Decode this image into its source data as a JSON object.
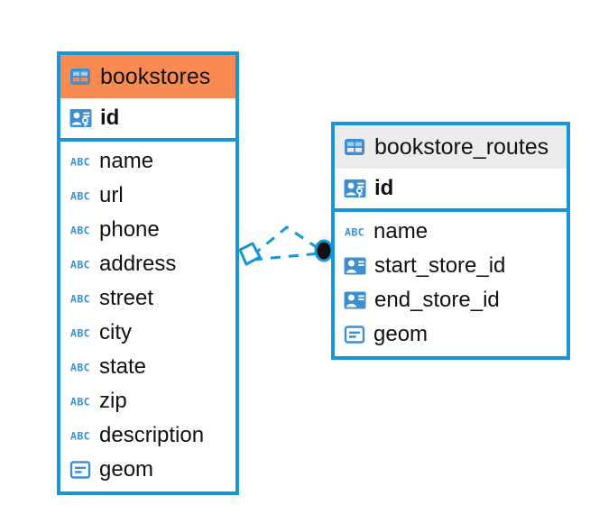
{
  "diagram": {
    "kind": "database-schema",
    "background": "#ffffff",
    "accent_color": "#1896D3",
    "highlight_color": "#F98B52",
    "neutral_header_color": "#ECECEC",
    "text_color": "#111111"
  },
  "tables": [
    {
      "name": "bookstores",
      "header_style": "accent",
      "table_icon": "table-icon",
      "primary_key": {
        "label": "id",
        "icon": "primary-key-icon"
      },
      "fields": [
        {
          "label": "name",
          "icon": "text-type-icon"
        },
        {
          "label": "url",
          "icon": "text-type-icon"
        },
        {
          "label": "phone",
          "icon": "text-type-icon"
        },
        {
          "label": "address",
          "icon": "text-type-icon"
        },
        {
          "label": "street",
          "icon": "text-type-icon"
        },
        {
          "label": "city",
          "icon": "text-type-icon"
        },
        {
          "label": "state",
          "icon": "text-type-icon"
        },
        {
          "label": "zip",
          "icon": "text-type-icon"
        },
        {
          "label": "description",
          "icon": "text-type-icon"
        },
        {
          "label": "geom",
          "icon": "geometry-type-icon"
        }
      ]
    },
    {
      "name": "bookstore_routes",
      "header_style": "neutral",
      "table_icon": "table-icon",
      "primary_key": {
        "label": "id",
        "icon": "primary-key-icon"
      },
      "fields": [
        {
          "label": "name",
          "icon": "text-type-icon"
        },
        {
          "label": "start_store_id",
          "icon": "foreign-key-icon"
        },
        {
          "label": "end_store_id",
          "icon": "foreign-key-icon"
        },
        {
          "label": "geom",
          "icon": "geometry-type-icon"
        }
      ]
    }
  ],
  "relationship": {
    "style": "dashed",
    "color": "#1896D3",
    "source_marker": "diamond-marker",
    "target_marker": "filled-circle-marker",
    "source_table": "bookstores",
    "target_table": "bookstore_routes"
  }
}
